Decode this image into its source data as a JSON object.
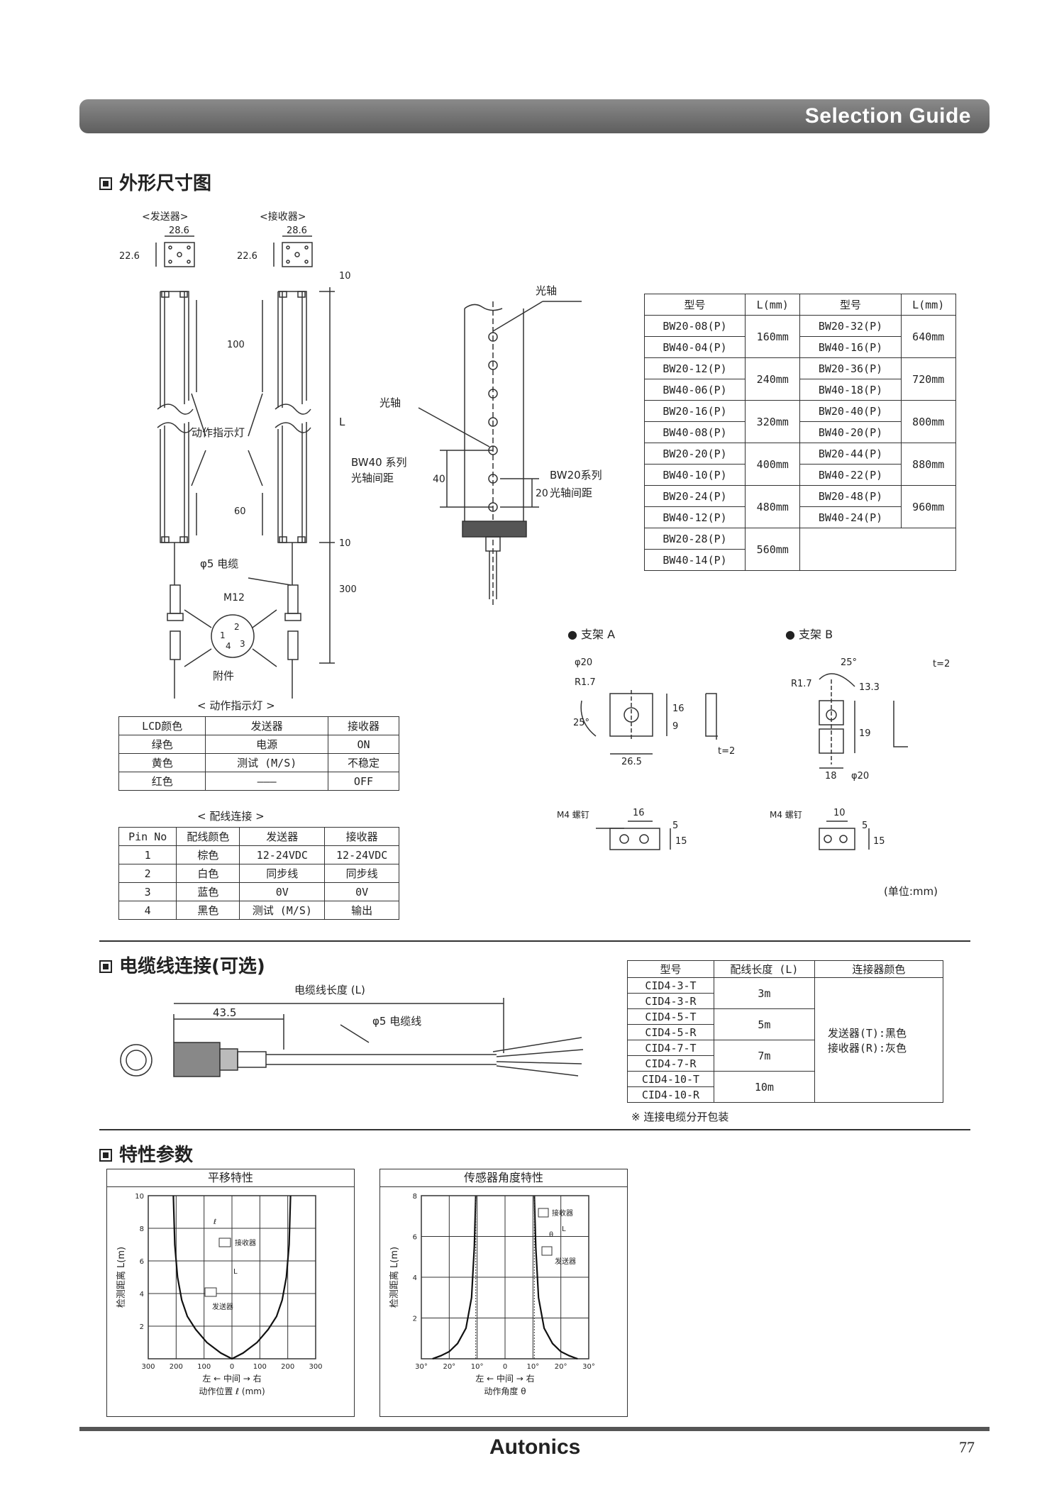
{
  "header": {
    "title": "Selection Guide"
  },
  "section1": {
    "title": "外形尺寸图",
    "transmitter_label": "<发送器>",
    "receiver_label": "<接收器>",
    "dim_width": "28.6",
    "dim_depth": "22.6",
    "dim_10_top": "10",
    "dim_10_bottom": "10",
    "dim_L": "L",
    "dim_100": "100",
    "dim_60": "60",
    "dim_300": "300",
    "indicator_label": "动作指示灯",
    "cable_label": "φ5 电缆",
    "m12_label": "M12",
    "pin_labels": [
      "1",
      "2",
      "3",
      "4"
    ],
    "accessory_label": "附件",
    "optical_axis_top": "光轴",
    "optical_axis_mid": "光轴",
    "bw40_pitch_line1": "BW40 系列",
    "bw40_pitch_line2": "光轴间距",
    "bw40_pitch_value": "40",
    "bw20_pitch_line1": "BW20系列",
    "bw20_pitch_line2": "光轴间距",
    "bw20_pitch_value": "20"
  },
  "model_table": {
    "headers": [
      "型号",
      "L(mm)",
      "型号",
      "L(mm)"
    ],
    "groups": [
      {
        "left": [
          "BW20-08(P)",
          "BW40-04(P)"
        ],
        "left_L": "160mm",
        "right": [
          "BW20-32(P)",
          "BW40-16(P)"
        ],
        "right_L": "640mm"
      },
      {
        "left": [
          "BW20-12(P)",
          "BW40-06(P)"
        ],
        "left_L": "240mm",
        "right": [
          "BW20-36(P)",
          "BW40-18(P)"
        ],
        "right_L": "720mm"
      },
      {
        "left": [
          "BW20-16(P)",
          "BW40-08(P)"
        ],
        "left_L": "320mm",
        "right": [
          "BW20-40(P)",
          "BW40-20(P)"
        ],
        "right_L": "800mm"
      },
      {
        "left": [
          "BW20-20(P)",
          "BW40-10(P)"
        ],
        "left_L": "400mm",
        "right": [
          "BW20-44(P)",
          "BW40-22(P)"
        ],
        "right_L": "880mm"
      },
      {
        "left": [
          "BW20-24(P)",
          "BW40-12(P)"
        ],
        "left_L": "480mm",
        "right": [
          "BW20-48(P)",
          "BW40-24(P)"
        ],
        "right_L": "960mm"
      },
      {
        "left": [
          "BW20-28(P)",
          "BW40-14(P)"
        ],
        "left_L": "560mm",
        "right": [
          "",
          ""
        ],
        "right_L": ""
      }
    ]
  },
  "bracket_a": {
    "title": "● 支架 A",
    "phi": "φ20",
    "r": "R1.7",
    "angle": "25°",
    "w": "26.5",
    "h1": "16",
    "h2": "9",
    "t": "t=2",
    "screw": "M4 螺钉",
    "s_w": "16",
    "s_h1": "5",
    "s_h2": "15"
  },
  "bracket_b": {
    "title": "● 支架 B",
    "phi": "φ20",
    "r": "R1.7",
    "angle": "25°",
    "w": "18",
    "h1": "13.3",
    "h2": "19",
    "t": "t=2",
    "screw": "M4 螺钉",
    "s_w": "10",
    "s_h1": "5",
    "s_h2": "15"
  },
  "unit_note": "(单位:mm)",
  "indicator_table": {
    "title": "< 动作指示灯 >",
    "headers": [
      "LCD颜色",
      "发送器",
      "接收器"
    ],
    "rows": [
      [
        "绿色",
        "电源",
        "ON"
      ],
      [
        "黄色",
        "测试 (M/S)",
        "不稳定"
      ],
      [
        "红色",
        "———",
        "OFF"
      ]
    ]
  },
  "wiring_table": {
    "title": "< 配线连接 >",
    "headers": [
      "Pin No",
      "配线颜色",
      "发送器",
      "接收器"
    ],
    "rows": [
      [
        "1",
        "棕色",
        "12-24VDC",
        "12-24VDC"
      ],
      [
        "2",
        "白色",
        "同步线",
        "同步线"
      ],
      [
        "3",
        "蓝色",
        "0V",
        "0V"
      ],
      [
        "4",
        "黑色",
        "测试 (M/S)",
        "输出"
      ]
    ]
  },
  "section2": {
    "title": "电缆线连接(可选)",
    "cable_length_label": "电缆线长度 (L)",
    "dim_43": "43.5",
    "cable_label": "φ5 电缆线"
  },
  "cable_table": {
    "headers": [
      "型号",
      "配线长度 (L)",
      "连接器颜色"
    ],
    "rows": [
      {
        "models": [
          "CID4-3-T",
          "CID4-3-R"
        ],
        "length": "3m"
      },
      {
        "models": [
          "CID4-5-T",
          "CID4-5-R"
        ],
        "length": "5m"
      },
      {
        "models": [
          "CID4-7-T",
          "CID4-7-R"
        ],
        "length": "7m"
      },
      {
        "models": [
          "CID4-10-T",
          "CID4-10-R"
        ],
        "length": "10m"
      }
    ],
    "color_line1": "发送器(T):黑色",
    "color_line2": "接收器(R):灰色",
    "note": "※ 连接电缆分开包装"
  },
  "section3": {
    "title": "特性参数"
  },
  "chart_data": [
    {
      "type": "line",
      "title": "平移特性",
      "ylabel": "检测距离 L(m)",
      "xlabel": "动作位置 ℓ (mm)",
      "xdir_label": "左 ← 中间 → 右",
      "x_ticks": [
        -300,
        -200,
        -100,
        0,
        100,
        200,
        300
      ],
      "y_ticks": [
        2,
        4,
        6,
        8,
        10
      ],
      "xlim": [
        -300,
        300
      ],
      "ylim": [
        0,
        10
      ],
      "grid": true,
      "annot_receiver": "接收器",
      "annot_transmitter": "发送器",
      "annot_l": "ℓ",
      "annot_L": "L",
      "series": [
        {
          "x": [
            -210,
            -205,
            -195,
            -180,
            -160,
            -130,
            -90,
            -40,
            0,
            40,
            90,
            130,
            160,
            180,
            195,
            205,
            210
          ],
          "y": [
            10,
            7,
            5,
            3.6,
            2.6,
            1.8,
            1.0,
            0.35,
            0,
            0.35,
            1.0,
            1.8,
            2.6,
            3.6,
            5,
            7,
            10
          ]
        }
      ]
    },
    {
      "type": "line",
      "title": "传感器角度特性",
      "ylabel": "检测距离 L(m)",
      "xlabel": "动作角度 θ",
      "xdir_label": "左 ← 中间 → 右",
      "x_ticks": [
        "30°",
        "20°",
        "10°",
        "0",
        "10°",
        "20°",
        "30°"
      ],
      "y_ticks": [
        2,
        4,
        6,
        8
      ],
      "xlim": [
        -30,
        30
      ],
      "ylim": [
        0,
        8
      ],
      "grid": true,
      "annot_receiver": "接收器",
      "annot_transmitter": "发送器",
      "annot_theta": "θ",
      "annot_L": "L",
      "series": [
        {
          "x": [
            -26,
            -25,
            -23,
            -20,
            -17,
            -14,
            -12,
            -11,
            -10.5
          ],
          "y": [
            0,
            0.05,
            0.15,
            0.35,
            0.75,
            1.5,
            3.0,
            5.5,
            8
          ]
        },
        {
          "x": [
            10.5,
            11,
            12,
            14,
            17,
            20,
            23,
            25,
            26
          ],
          "y": [
            8,
            5.5,
            3.0,
            1.5,
            0.75,
            0.35,
            0.15,
            0.05,
            0
          ]
        }
      ]
    }
  ],
  "footer": {
    "logo": "Autonics",
    "page_number": "77"
  }
}
